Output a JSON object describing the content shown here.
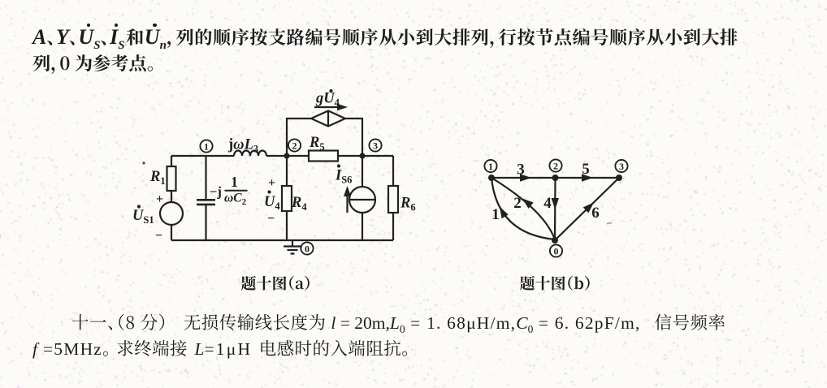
{
  "page": {
    "background": "#fcfbf8",
    "ink": "#1d1d1d"
  },
  "intro": {
    "sym_A": "A",
    "sep1": "、",
    "sym_Y": "Y",
    "sep2": "、",
    "sym_U": "U",
    "sub_US": "S",
    "sep3": "、",
    "sym_I": "I",
    "sub_IS": "S",
    "and_word": "和",
    "sym_Un": "U",
    "sub_Un": "n",
    "line1_rest": "，列的顺序按支路编号顺序从小到大排列，行按节点编号顺序从小到大排",
    "line2": "列，0 为参考点。"
  },
  "figure_a": {
    "caption": "题十图（a）",
    "source_R1": {
      "sym": "R",
      "sub": "1"
    },
    "source_Us1": {
      "sym": "U",
      "sub": "S1",
      "plus": "+",
      "minus": "−"
    },
    "capacitor": {
      "prefix": "−j",
      "num": "1",
      "den_omega": "ω",
      "den_C": "C",
      "den_sub": "2"
    },
    "inductor": {
      "j": "j",
      "omega": "ω",
      "sym": "L",
      "sub": "3"
    },
    "R5": {
      "sym": "R",
      "sub": "5"
    },
    "dep_source": {
      "g": "g",
      "sym": "U",
      "sub": "4"
    },
    "U4": {
      "plus": "+",
      "sym": "U",
      "sub": "4",
      "minus": "−"
    },
    "R4": {
      "sym": "R",
      "sub": "4"
    },
    "Is6": {
      "sym": "I",
      "sub": "S6"
    },
    "R6": {
      "sym": "R",
      "sub": "6"
    },
    "nodes": {
      "n1": "1",
      "n2": "2",
      "n3": "3",
      "n0": "0"
    }
  },
  "figure_b": {
    "caption": "题十图（b）",
    "nodes": {
      "n1": "1",
      "n2": "2",
      "n3": "3",
      "n0": "0"
    },
    "branches": {
      "b1": "1",
      "b2": "2",
      "b3": "3",
      "b4": "4",
      "b5": "5",
      "b6": "6"
    }
  },
  "problem": {
    "number": "十一、（8 分）",
    "text1": "无损传输线长度为 ",
    "sym_l": "l",
    "eq_l": " = 20m,",
    "sym_L0": "L",
    "sub_L0": "0",
    "eq_L0": " = 1. 68μH/m,",
    "sym_C0": "C",
    "sub_C0": "0",
    "eq_C0": " = 6. 62pF/m,",
    "text2": "信号频率",
    "sym_f": "f",
    "eq_f": "=5MHz",
    "text3": "。 求终端接 ",
    "sym_L": "L",
    "eq_L": "=1μH",
    "text4": " 电感时的入端阻抗。"
  }
}
